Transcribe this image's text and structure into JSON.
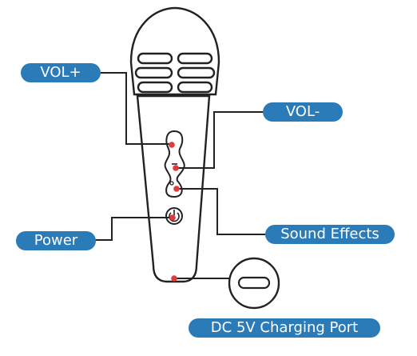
{
  "labels": {
    "vol_plus": "VOL+",
    "vol_minus": "VOL-",
    "sound_effects": "Sound Effects",
    "power": "Power",
    "dc_port": "DC 5V Charging Port"
  },
  "colors": {
    "label_bg": "#2b7bb9",
    "label_text": "#ffffff",
    "outline": "#222222",
    "callout_dot": "#e03a3a"
  },
  "icons": {
    "power": "power-icon",
    "usb_c": "usb-c-port-icon"
  }
}
